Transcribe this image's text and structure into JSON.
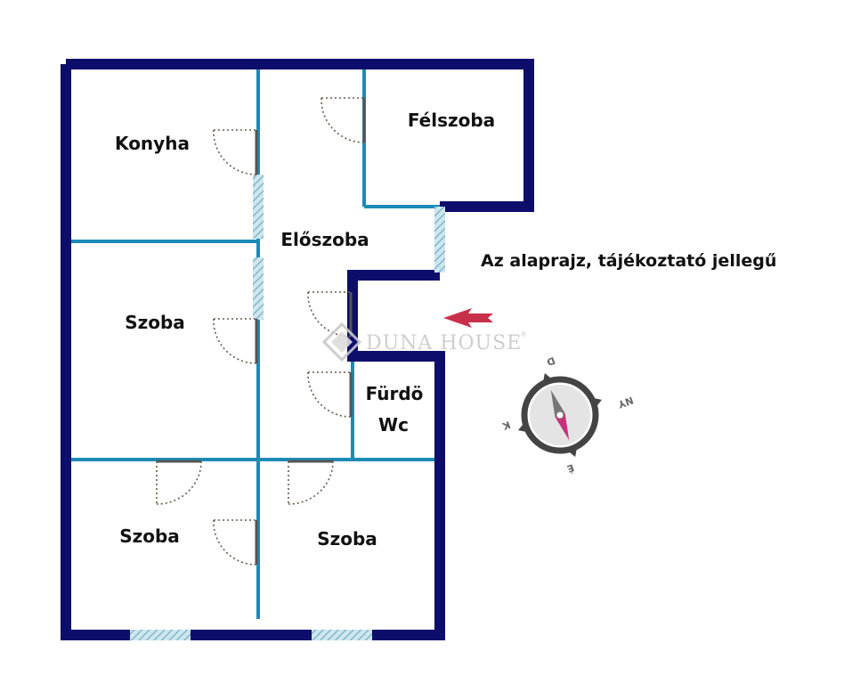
{
  "rooms": {
    "konyha": "Konyha",
    "eloszoba": "Előszoba",
    "felszoba": "Félszoba",
    "szoba_middle_left": "Szoba",
    "furdo_line1": "Fürdö",
    "furdo_line2": "Wc",
    "szoba_bottom_left": "Szoba",
    "szoba_bottom_right": "Szoba"
  },
  "note": "Az alaprajz, tájékoztató jellegű",
  "watermark": {
    "brand": "DUNA HOUSE",
    "registered": "®"
  },
  "compass": {
    "north": "É",
    "south": "D",
    "east": "K",
    "west": "NY"
  },
  "colors": {
    "outer_wall": "#0d0d6b",
    "inner_wall": "#1b8bb5",
    "window": "#8cc8dc",
    "arrow": "#c8304a",
    "compass_ring": "#444444",
    "needle_north": "#c8307a",
    "needle_south": "#777777"
  }
}
